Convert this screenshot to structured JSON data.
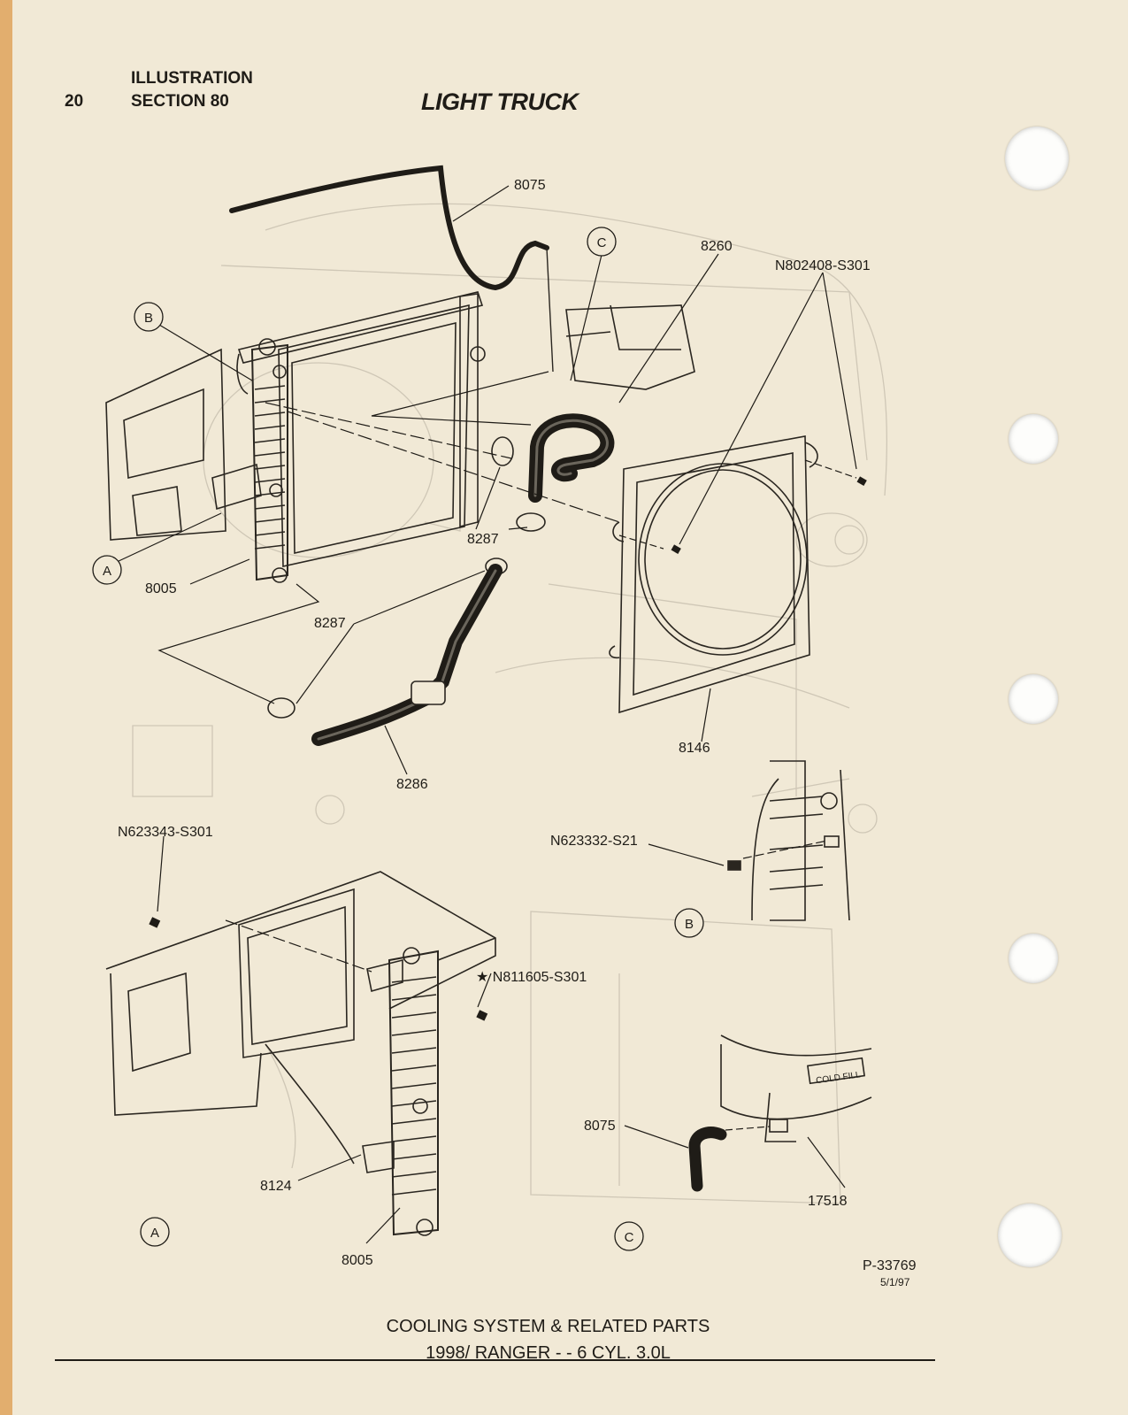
{
  "header": {
    "page_number": "20",
    "line1": "ILLUSTRATION",
    "line2": "SECTION 80",
    "title": "LIGHT TRUCK"
  },
  "callouts": {
    "c_8075_top": "8075",
    "c_8260": "8260",
    "c_n802408": "N802408-S301",
    "c_8287_mid": "8287",
    "c_8005_top": "8005",
    "c_8287_low": "8287",
    "c_8286": "8286",
    "c_8146": "8146",
    "c_n623343": "N623343-S301",
    "c_n623332": "N623332-S21",
    "c_n811605": "★ N811605-S301",
    "c_8124": "8124",
    "c_8005_bot": "8005",
    "c_8075_bot": "8075",
    "c_17518": "17518",
    "cold_fill": "COLD FILL"
  },
  "detail_circles": {
    "c_top": "C",
    "b_top": "B",
    "a_top": "A",
    "b_detail": "B",
    "a_detail": "A",
    "c_detail": "C"
  },
  "reference": {
    "code": "P-33769",
    "date": "5/1/97"
  },
  "footer": {
    "line1": "COOLING SYSTEM & RELATED PARTS",
    "line2": "1998/ RANGER - - 6 CYL. 3.0L"
  }
}
